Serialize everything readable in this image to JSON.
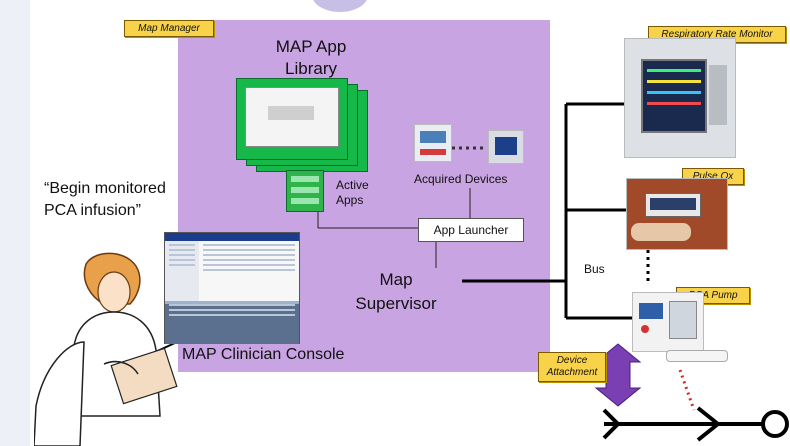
{
  "tags": {
    "map_manager": "Map Manager",
    "respiratory_rate_monitor": "Respiratory Rate Monitor",
    "pulse_ox": "Pulse Ox",
    "pca_pump": "PCA Pump",
    "device_attachment": "Device Attachment"
  },
  "labels": {
    "map_app_library": "MAP App Library",
    "active_apps": "Active Apps",
    "acquired_devices": "Acquired Devices",
    "app_launcher": "App Launcher",
    "map_supervisor": "Map Supervisor",
    "map_clinician_console": "MAP Clinician Console",
    "bus": "Bus",
    "quote": "“Begin monitored PCA infusion”"
  },
  "colors": {
    "panel": "#c9a4e3",
    "tag": "#f8d34a",
    "library_green": "#16b84a",
    "arrow": "#6f3aa8",
    "bus_line": "#000000",
    "dotted_red": "#d22a2a"
  }
}
